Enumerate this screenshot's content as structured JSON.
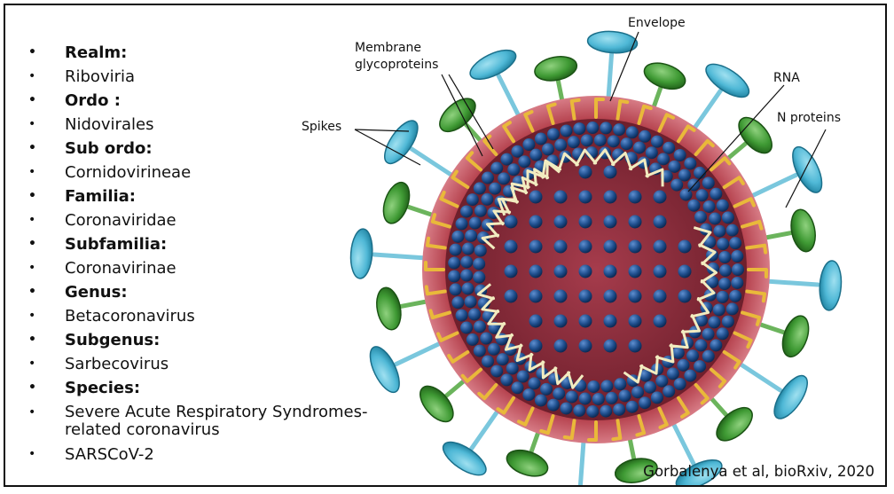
{
  "taxonomy": [
    {
      "text": "Realm:",
      "bold": true
    },
    {
      "text": "Riboviria",
      "bold": false
    },
    {
      "text": "Ordo :",
      "bold": true
    },
    {
      "text": "Nidovirales",
      "bold": false
    },
    {
      "text": "Sub ordo:",
      "bold": true
    },
    {
      "text": "Cornidovirineae",
      "bold": false
    },
    {
      "text": "Familia:",
      "bold": true
    },
    {
      "text": "Coronaviridae",
      "bold": false
    },
    {
      "text": "Subfamilia:",
      "bold": true
    },
    {
      "text": "Coronavirinae",
      "bold": false
    },
    {
      "text": "Genus:",
      "bold": true
    },
    {
      "text": "Betacoronavirus",
      "bold": false
    },
    {
      "text": "Subgenus:",
      "bold": true
    },
    {
      "text": "Sarbecovirus",
      "bold": false
    },
    {
      "text": "Species:",
      "bold": true
    },
    {
      "text": "Severe Acute Respiratory Syndromes-\nrelated coronavirus",
      "bold": false
    },
    {
      "text": "SARSCoV-2",
      "bold": false
    }
  ],
  "bullet_glyph": "•",
  "diagram_labels": {
    "envelope": "Envelope",
    "membrane_line1": "Membrane",
    "membrane_line2": "glycoproteins",
    "rna": "RNA",
    "spikes": "Spikes",
    "n_proteins": "N proteins"
  },
  "citation": "Gorbalenya et al, bioRxiv,  2020",
  "colors": {
    "spike_blue": "#4fb8d6",
    "spike_green": "#3f9a34",
    "envelope_red": "#b23c48",
    "core_red": "#8e2a3a",
    "bead_blue": "#1f4f8e",
    "glyco_yellow": "#e9b93a",
    "rna_cream": "#f2ecc0"
  }
}
